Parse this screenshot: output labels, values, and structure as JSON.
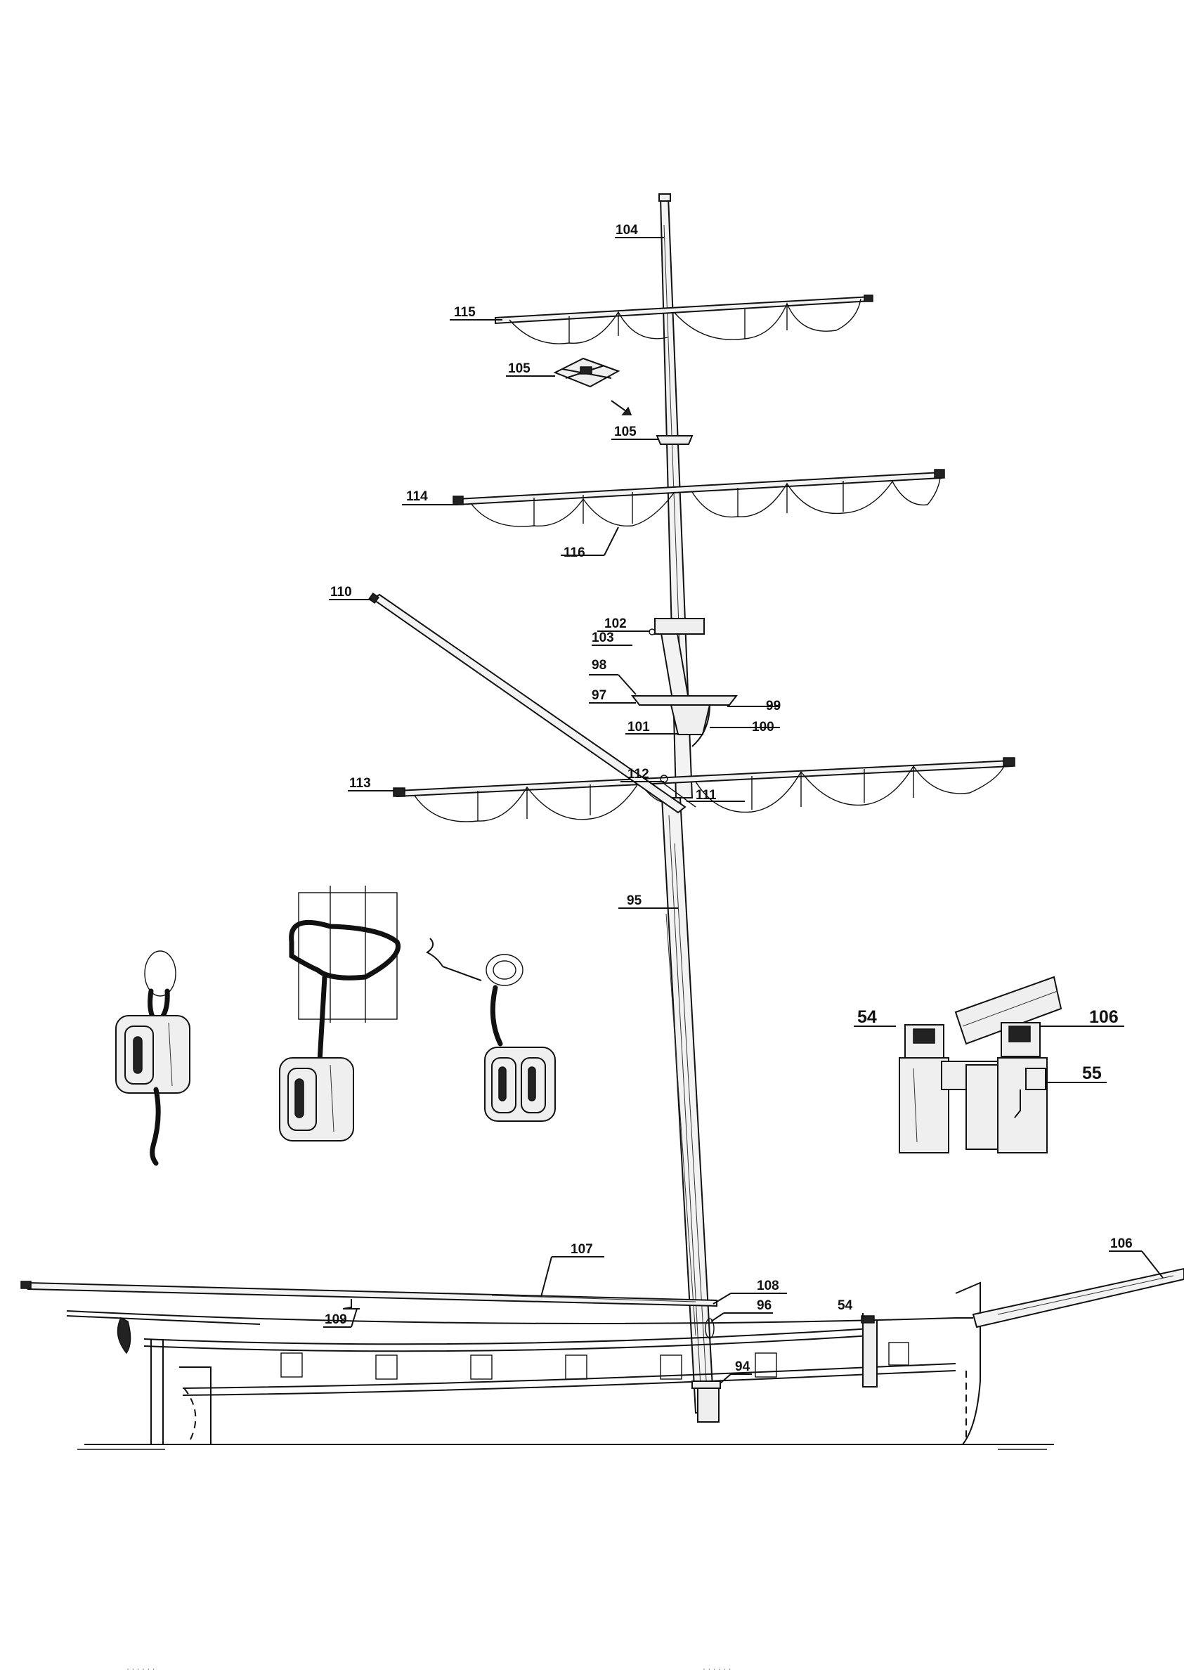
{
  "labels": {
    "l94": "94",
    "l95": "95",
    "l96": "96",
    "l97": "97",
    "l98": "98",
    "l99": "99",
    "l100": "100",
    "l101": "101",
    "l102": "102",
    "l103": "103",
    "l104": "104",
    "l105a": "105",
    "l105b": "105",
    "l106a": "106",
    "l106b": "106",
    "l107": "107",
    "l108": "108",
    "l109": "109",
    "l110": "110",
    "l111": "111",
    "l112": "112",
    "l113": "113",
    "l114": "114",
    "l115": "115",
    "l116": "116",
    "l54a": "54",
    "l54b": "54",
    "l55": "55"
  },
  "bottom_marks": {
    "m1": "· · · · · ·",
    "m2": "· · · · · ·"
  }
}
